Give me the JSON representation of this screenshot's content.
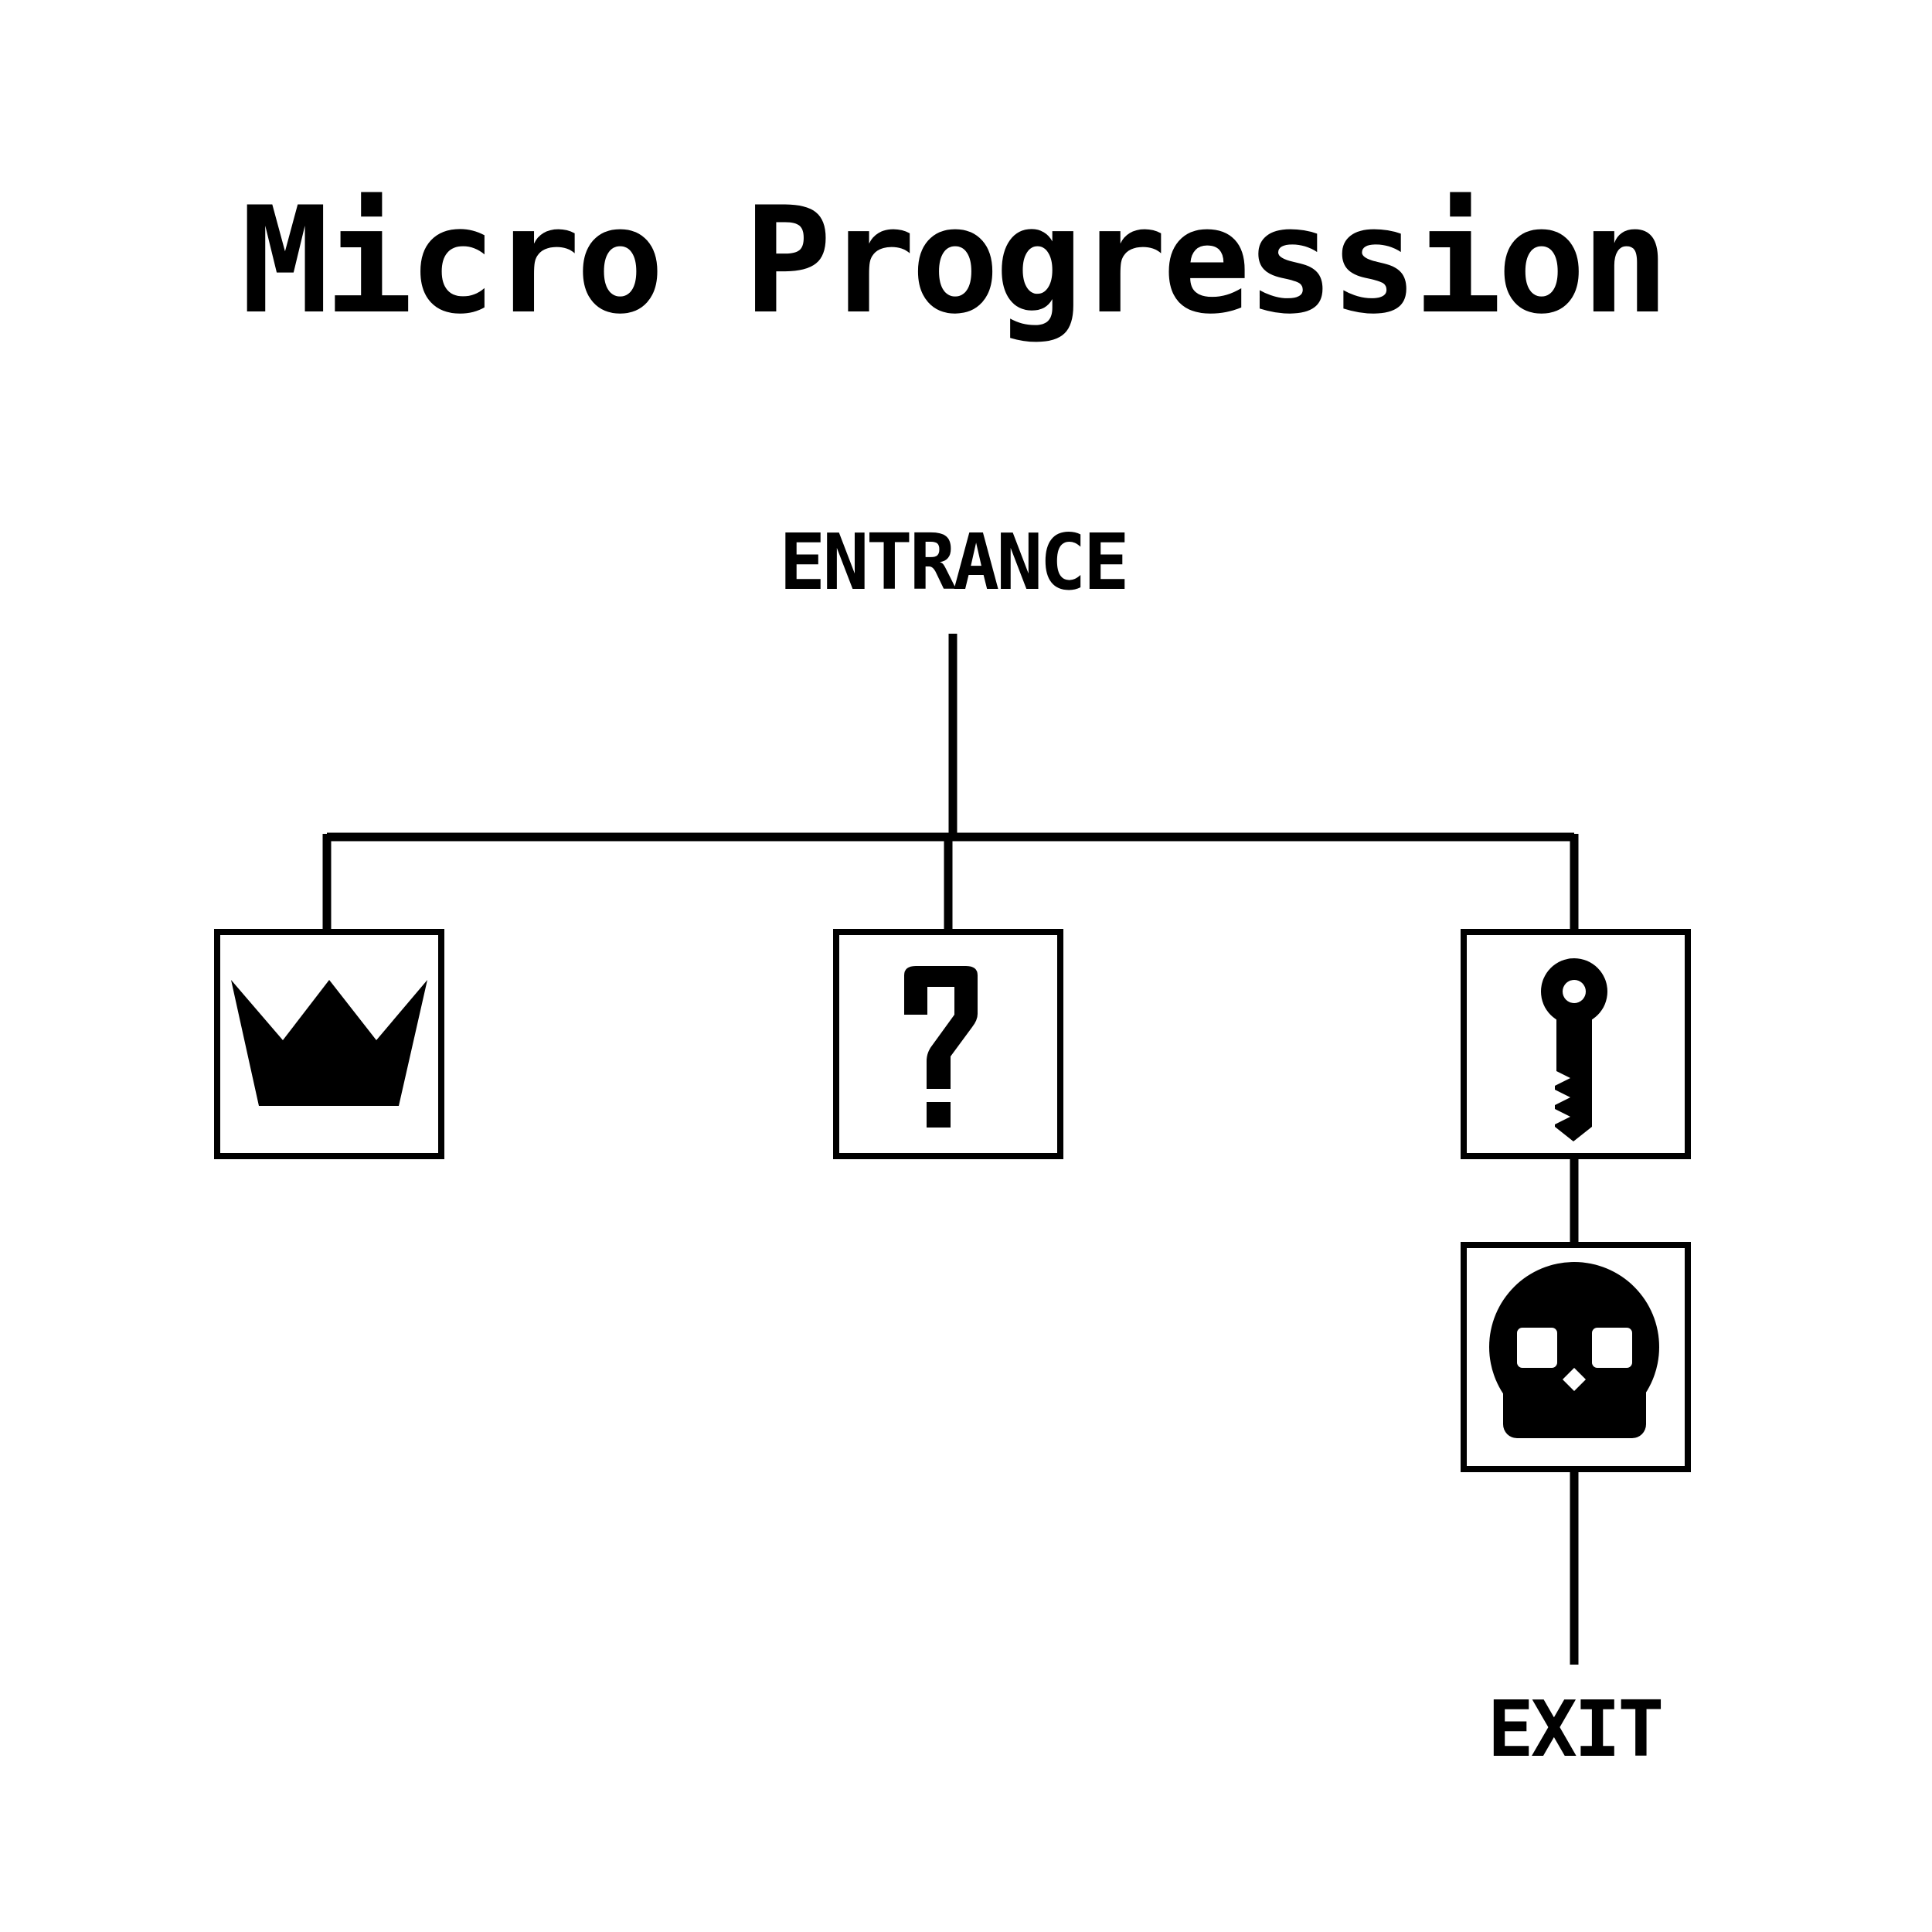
{
  "title": "Micro Progression",
  "entrance_label": "ENTRANCE",
  "exit_label": "EXIT",
  "nodes": [
    {
      "icon": "crown-icon",
      "label": ""
    },
    {
      "icon": "question-mark-icon",
      "label": ""
    },
    {
      "icon": "key-icon",
      "label": ""
    },
    {
      "icon": "skull-icon",
      "label": ""
    }
  ],
  "colors": {
    "background": "#ffffff",
    "ink": "#000000"
  }
}
